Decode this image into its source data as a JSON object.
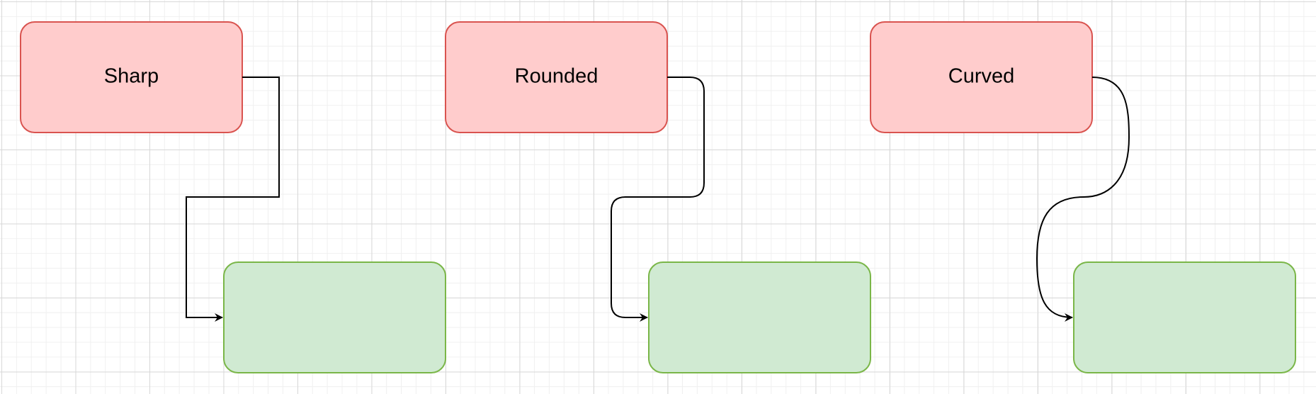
{
  "diagram": {
    "colors": {
      "source_fill": "#ffcccc",
      "source_stroke": "#d9534f",
      "target_fill": "#d0ead2",
      "target_stroke": "#7ab648",
      "edge": "#000000"
    },
    "examples": [
      {
        "source_label": "Sharp",
        "edge_style": "sharp"
      },
      {
        "source_label": "Rounded",
        "edge_style": "rounded"
      },
      {
        "source_label": "Curved",
        "edge_style": "curved"
      }
    ]
  }
}
